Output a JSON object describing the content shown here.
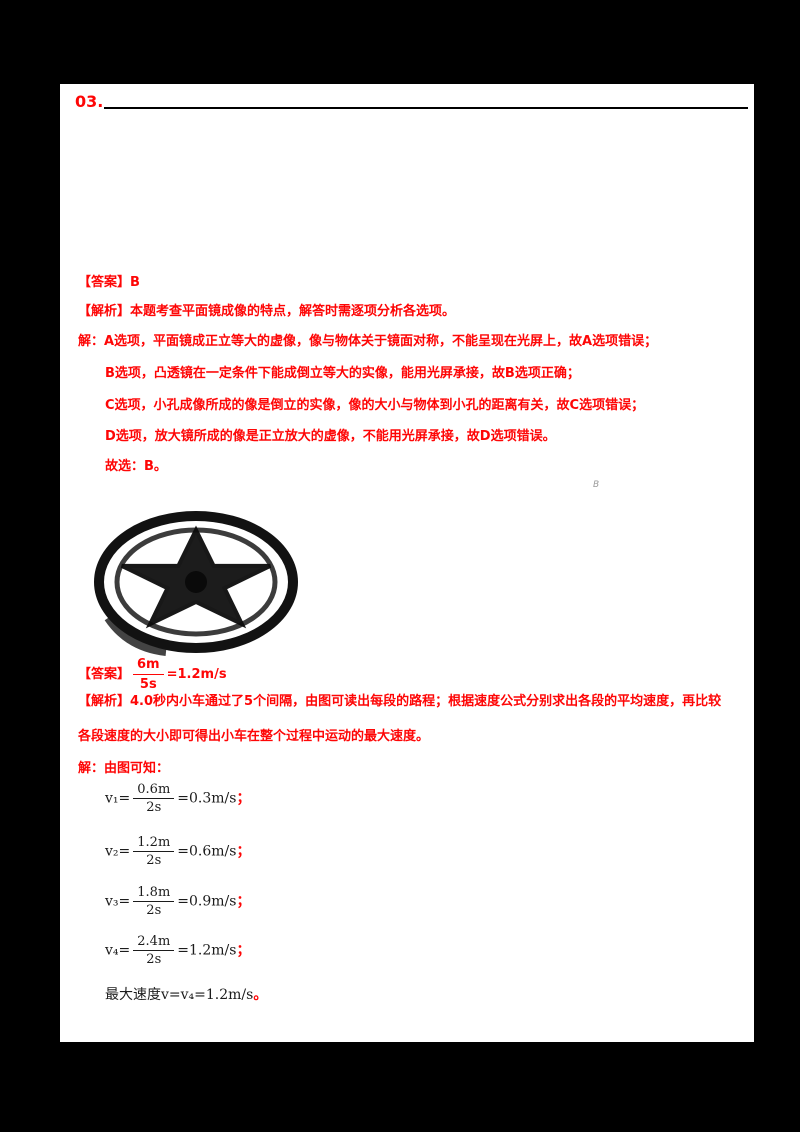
{
  "header": {
    "number": "03."
  },
  "solution1": {
    "answer_label": "【答案】",
    "answer_value": "B",
    "analysis": "【解析】本题考查平面镜成像的特点，解答时需逐项分析各选项。",
    "options": [
      "解：A选项，平面镜成正立等大的虚像，像与物体关于镜面对称，不能呈现在光屏上，故A选项错误；",
      "B选项，凸透镜在一定条件下能成倒立等大的实像，能用光屏承接，故B选项正确；",
      "C选项，小孔成像所成的像是倒立的实像，像的大小与物体到小孔的距离有关，故C选项错误；",
      "D选项，放大镜所成的像是正立放大的虚像，不能用光屏承接，故D选项错误。",
      "故选：B。"
    ],
    "artifact": "B"
  },
  "solution2": {
    "answer_label": "【答案】",
    "answer_num": "6m",
    "answer_den": "5s",
    "answer_suffix": "=1.2m/s",
    "analysis_line1": "【解析】4.0秒内小车通过了5个间隔，由图可读出每段的路程；根据速度公式分别求出各段的平均速度，再比较",
    "analysis_line2": "各段速度的大小即可得出小车在整个过程中运动的最大速度。",
    "solution_intro": "解：由图可知：",
    "formulas": [
      {
        "lhs": "v₁=",
        "num": "0.6m",
        "den": "2s",
        "rhs": "=0.3m/s",
        "punct": "；"
      },
      {
        "lhs": "v₂=",
        "num": "1.2m",
        "den": "2s",
        "rhs": "=0.6m/s",
        "punct": "；"
      },
      {
        "lhs": "v₃=",
        "num": "1.8m",
        "den": "2s",
        "rhs": "=0.9m/s",
        "punct": "；"
      },
      {
        "lhs": "v₄=",
        "num": "2.4m",
        "den": "2s",
        "rhs": "=1.2m/s",
        "punct": "；"
      }
    ],
    "final_line": "最大速度v=v₄=1.2m/s",
    "final_punct": "。"
  }
}
